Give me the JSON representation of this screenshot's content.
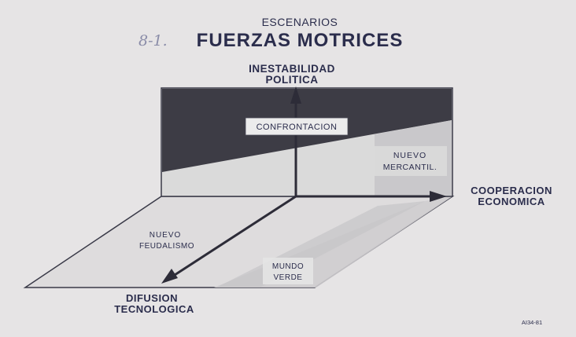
{
  "header": {
    "subtitle": "ESCENARIOS",
    "title": "FUERZAS MOTRICES",
    "handwritten_note": "8-1."
  },
  "axes": {
    "vertical": {
      "line1": "INESTABILIDAD",
      "line2": "POLITICA"
    },
    "horizontal": {
      "line1": "COOPERACION",
      "line2": "ECONOMICA"
    },
    "depth": {
      "line1": "DIFUSION",
      "line2": "TECNOLOGICA"
    }
  },
  "scenarios": {
    "confrontacion": "CONFRONTACION",
    "mercantil": {
      "line1": "NUEVO",
      "line2": "MERCANTIL."
    },
    "feudalismo": {
      "line1": "NUEVO",
      "line2": "FEUDALISMO"
    },
    "verde": {
      "line1": "MUNDO",
      "line2": "VERDE"
    }
  },
  "footer": {
    "code": "AI34-81"
  },
  "colors": {
    "background": "#e6e4e5",
    "ink": "#2b2d4c",
    "dark_panel": "#3b3a44",
    "light_panel": "#dcdcdc",
    "shade": "#c9c8ca"
  }
}
